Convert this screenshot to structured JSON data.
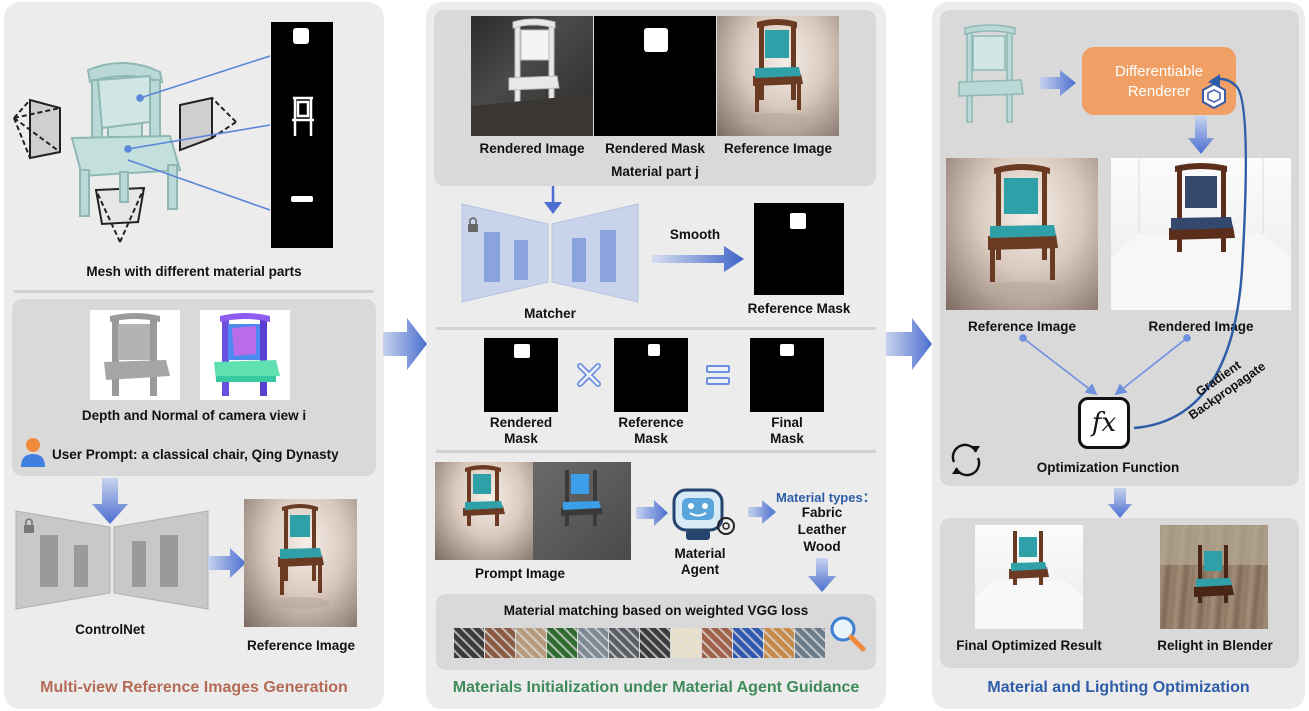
{
  "colors": {
    "panel_bg": "#ececec",
    "subpanel_bg": "#d9d9d9",
    "arrow_blue": "#5b7ed6",
    "line_blue": "#4a6fd0",
    "renderer_orange": "#f0a064",
    "title_left": "#b46a55",
    "title_mid": "#3f8a5a",
    "title_right": "#2e5da8"
  },
  "left": {
    "mesh_caption": "Mesh with different material parts",
    "depth_caption": "Depth and Normal of camera view i",
    "user_prompt": "User Prompt: a classical chair, Qing Dynasty",
    "controlnet_label": "ControlNet",
    "reference_image_label": "Reference Image",
    "title": "Multi-view Reference Images Generation",
    "icons": [
      "camera-frustum-icon",
      "lock-icon",
      "user-icon"
    ]
  },
  "middle": {
    "rendered_image_label": "Rendered Image",
    "rendered_mask_label": "Rendered Mask",
    "reference_image_label": "Reference Image",
    "material_part_label": "Material part j",
    "matcher_label": "Matcher",
    "smooth_label": "Smooth",
    "reference_mask_label": "Reference Mask",
    "eq_rendered_mask": "Rendered\nMask",
    "eq_reference_mask": "Reference\nMask",
    "eq_final_mask": "Final\nMask",
    "prompt_image_label": "Prompt Image",
    "agent_label": "Material\nAgent",
    "material_types_title": "Material types：",
    "material_types": [
      "Fabric",
      "Leather",
      "Wood"
    ],
    "vgg_caption": "Material matching based on weighted VGG loss",
    "title": "Materials Initialization under Material Agent Guidance",
    "icons": [
      "robot-agent-icon",
      "openai-icon",
      "magnifier-icon",
      "multiply-icon",
      "equals-icon",
      "lock-icon"
    ]
  },
  "right": {
    "renderer_label": "Differentiable\nRenderer",
    "reference_image_label": "Reference Image",
    "rendered_image_label": "Rendered Image",
    "gradient_label": "Gradient\nBackpropagate",
    "function_symbol": "fx",
    "optimization_label": "Optimization Function",
    "final_result_label": "Final Optimized Result",
    "relight_label": "Relight in Blender",
    "title": "Material and Lighting Optimization",
    "icons": [
      "cube-icon",
      "function-icon",
      "refresh-cycle-icon"
    ]
  },
  "textures": [
    "#3a3a3a",
    "#8a5a44",
    "#b59a7c",
    "#2f6a2f",
    "#7d8a95",
    "#5a5f66",
    "#3b3b3b",
    "#e8e0c8",
    "#a0624a",
    "#2f59b0",
    "#c68a4a",
    "#6b7b8a"
  ]
}
